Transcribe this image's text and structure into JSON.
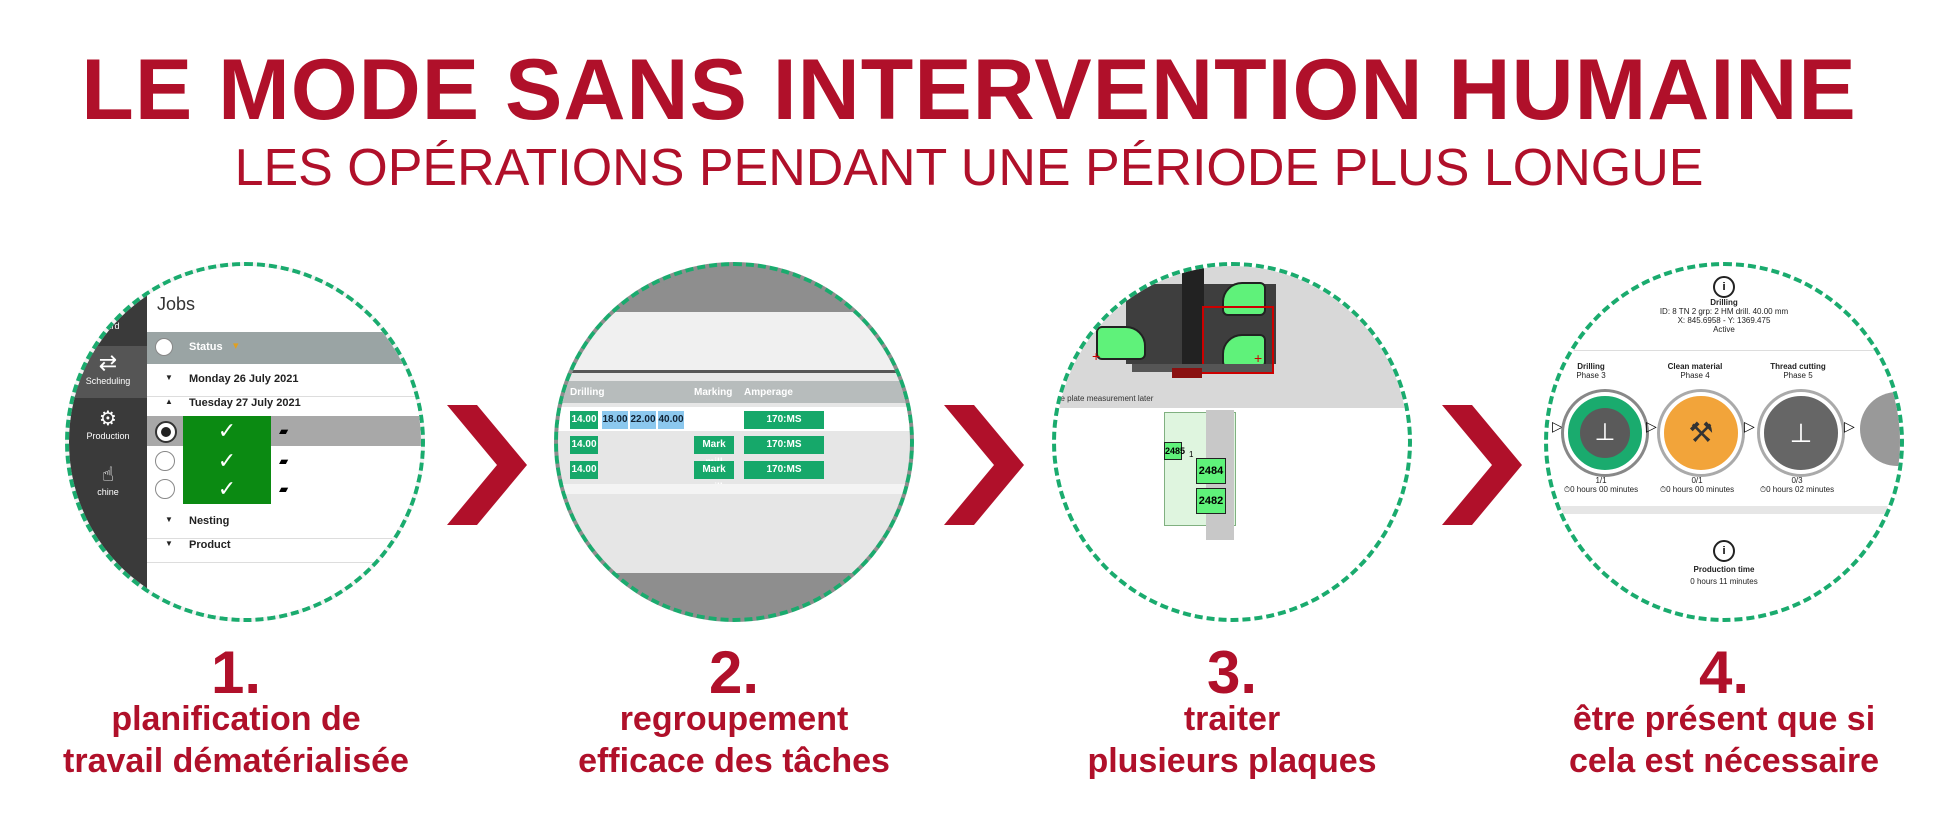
{
  "header": {
    "title": "LE MODE SANS INTERVENTION HUMAINE",
    "subtitle": "LES OPÉRATIONS PENDANT UNE PÉRIODE PLUS LONGUE"
  },
  "steps": [
    {
      "number": "1.",
      "caption_line1": "planification de",
      "caption_line2": "travail dématérialisée",
      "screen": {
        "sidebar": [
          "board",
          "Scheduling",
          "Production",
          "chine"
        ],
        "title": "Jobs",
        "status_header": "Status",
        "rows": [
          "Monday 26 July 2021",
          "Tuesday 27 July 2021"
        ],
        "groups": [
          "Nesting",
          "Product"
        ]
      }
    },
    {
      "number": "2.",
      "caption_line1": "regroupement",
      "caption_line2": "efficace des tâches",
      "screen": {
        "headers": [
          "Drilling",
          "Marking",
          "Amperage"
        ],
        "row1": [
          "14.00",
          "18.00",
          "22.00",
          "40.00"
        ],
        "row2": [
          "14.00"
        ],
        "row3": [
          "14.00"
        ],
        "marking": "Mark mill",
        "amperage": "170:MS"
      }
    },
    {
      "number": "3.",
      "caption_line1": "traiter",
      "caption_line2": "plusieurs plaques",
      "screen": {
        "note": "he plate measurement later",
        "plates": [
          "2485",
          "2484",
          "2482"
        ],
        "marker": "1"
      }
    },
    {
      "number": "4.",
      "caption_line1": "être présent que si",
      "caption_line2": "cela est nécessaire",
      "screen": {
        "info_title": "Drilling",
        "info_line1": "ID: 8 TN 2 grp: 2 HM drill. 40.00 mm",
        "info_line2": "X: 845.6958 - Y: 1369.475",
        "info_line3": "Active",
        "phases": [
          {
            "name": "Drilling",
            "phase": "Phase 3",
            "count": "1/1",
            "time": "0 hours 00 minutes"
          },
          {
            "name": "Clean material",
            "phase": "Phase 4",
            "count": "0/1",
            "time": "0 hours 00 minutes"
          },
          {
            "name": "Thread cutting",
            "phase": "Phase 5",
            "count": "0/3",
            "time": "0 hours 02 minutes"
          }
        ],
        "production_label": "Production time",
        "production_value": "0 hours 11 minutes"
      }
    }
  ],
  "colors": {
    "brand_red": "#b0102a",
    "dashed_green": "#1aab6e",
    "chip_green": "#16a86a"
  },
  "icons": [
    "chevron-right-icon",
    "check-icon",
    "info-icon",
    "drill-icon",
    "brush-icon",
    "thread-icon"
  ]
}
